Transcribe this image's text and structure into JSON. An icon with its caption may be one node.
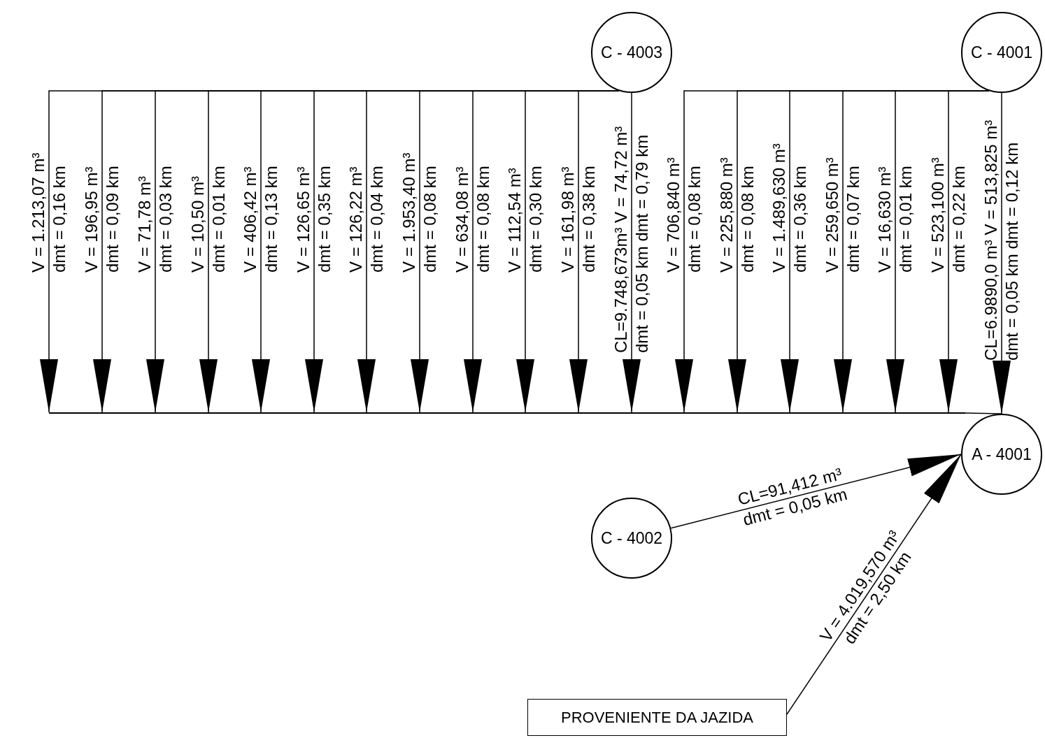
{
  "diagram": {
    "nodes": [
      {
        "text": [
          "C - 4003"
        ]
      },
      {
        "text": [
          "C - 4001"
        ]
      },
      {
        "text": [],
        "shape": "bar"
      },
      {
        "text": [
          "A - 4001"
        ]
      },
      {
        "text": [
          "C - 4002"
        ]
      },
      {
        "text": [
          "PROVENIENTE DA JAZIDA"
        ]
      }
    ],
    "edges": [
      {
        "from": 0,
        "to": 2,
        "arrow": "to",
        "label": "V = 1.213,07 m³ dmt = 0,16 km"
      },
      {
        "from": 0,
        "to": 2,
        "arrow": "to",
        "label": "V = 196,95 m³ dmt = 0,09 km"
      },
      {
        "from": 0,
        "to": 2,
        "arrow": "to",
        "label": "V = 71,78 m³ dmt = 0,03 km"
      },
      {
        "from": 0,
        "to": 2,
        "arrow": "to",
        "label": "V = 10,50 m³ dmt = 0,01 km"
      },
      {
        "from": 0,
        "to": 2,
        "arrow": "to",
        "label": "V = 406,42 m³ dmt = 0,13 km"
      },
      {
        "from": 0,
        "to": 2,
        "arrow": "to",
        "label": "V = 126,65 m³ dmt = 0,35 km"
      },
      {
        "from": 0,
        "to": 2,
        "arrow": "to",
        "label": "V = 126,22 m³ dmt = 0,04 km"
      },
      {
        "from": 0,
        "to": 2,
        "arrow": "to",
        "label": "V = 1.953,40 m³ dmt = 0,08 km"
      },
      {
        "from": 0,
        "to": 2,
        "arrow": "to",
        "label": "V = 634,08 m³ dmt = 0,08 km"
      },
      {
        "from": 0,
        "to": 2,
        "arrow": "to",
        "label": "V = 112,54 m³ dmt = 0,30 km"
      },
      {
        "from": 0,
        "to": 2,
        "arrow": "to",
        "label": "V = 161,98 m³ dmt = 0,38 km"
      },
      {
        "from": 0,
        "to": 2,
        "arrow": "to",
        "label": "CL=9.748,673m³ V = 74,72 m³ dmt = 0,05 km dmt = 0,79 km"
      },
      {
        "from": 1,
        "to": 2,
        "arrow": "to",
        "label": "V = 706,840 m³ dmt = 0,08 km"
      },
      {
        "from": 1,
        "to": 2,
        "arrow": "to",
        "label": "V = 225,880 m³ dmt = 0,08 km"
      },
      {
        "from": 1,
        "to": 2,
        "arrow": "to",
        "label": "V = 1.489,630 m³ dmt = 0,36 km"
      },
      {
        "from": 1,
        "to": 2,
        "arrow": "to",
        "label": "V = 259,650 m³ dmt = 0,07 km"
      },
      {
        "from": 1,
        "to": 2,
        "arrow": "to",
        "label": "V = 16,630 m³ dmt = 0,01 km"
      },
      {
        "from": 1,
        "to": 2,
        "arrow": "to",
        "label": "V = 523,100 m³ dmt = 0,22 km"
      },
      {
        "from": 1,
        "to": 3,
        "arrow": "to",
        "label": "CL=6.9890,0 m³ V = 513,825 m³ dmt = 0,05 km dmt = 0,12 km"
      },
      {
        "from": 4,
        "to": 3,
        "arrow": "to",
        "label": "CL=91,412 m³ dmt = 0,05 km"
      },
      {
        "from": 5,
        "to": 3,
        "arrow": "to",
        "label": "V = 4.019,570 m³ dmt = 2,50 km"
      },
      {
        "from": 2,
        "to": 3,
        "arrow": "none"
      }
    ]
  }
}
